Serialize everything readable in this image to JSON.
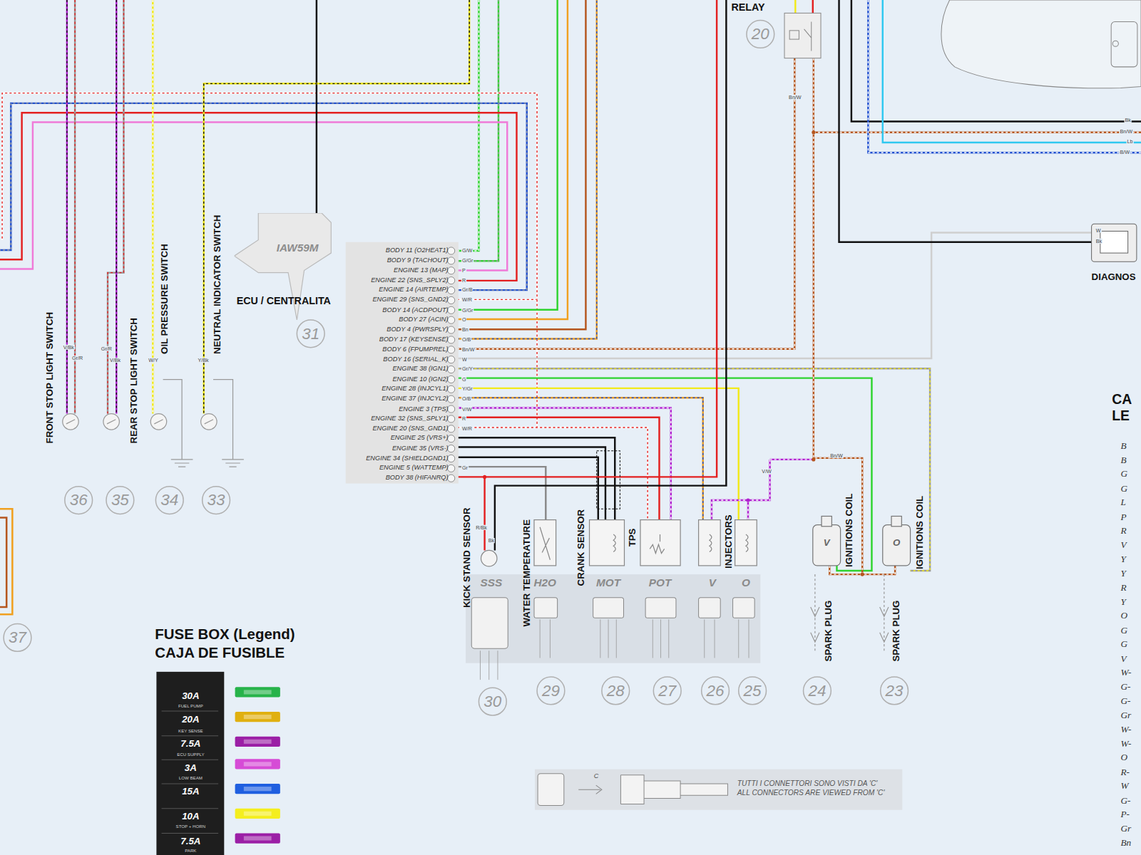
{
  "diagram": {
    "nodes": [
      {
        "text": [
          "IAW59M",
          "ECU / CENTRALITA"
        ]
      },
      {
        "text": [
          "BODY 11 (O2HEAT1)",
          "BODY 9 (TACHOUT)",
          "ENGINE 13 (MAP)",
          "ENGINE 22 (SNS_SPLY2)",
          "ENGINE 14 (AIRTEMP)",
          "ENGINE 29 (SNS_GND2)",
          "BODY 14 (ACDPOUT)",
          "BODY 27 (ACIN)",
          "BODY 4 (PWRSPLY)",
          "BODY 17 (KEYSENSE)",
          "BODY 6 (FPUMPREL)",
          "BODY 16 (SERIAL_K)",
          "ENGINE 38 (IGN1)",
          "ENGINE 10 (IGN2)",
          "ENGINE 28 (INJCYL1)",
          "ENGINE 37 (INJCYL2)",
          "ENGINE 3 (TPS)",
          "ENGINE 32 (SNS_SPLY1)",
          "ENGINE 20 (SNS_GND1)",
          "ENGINE 25 (VRS+)",
          "ENGINE 35 (VRS-)",
          "ENGINE 34 (SHIELDGND1)",
          "ENGINE 5 (WATTEMP)",
          "BODY 38 (HIFANRQ)"
        ]
      },
      {
        "text": [
          "TUTTI I CONNETTORI SONO VISTI DA 'C'",
          "ALL CONNECTORS ARE VIEWED FROM 'C'"
        ]
      }
    ],
    "labels": [
      "RELAY",
      "20",
      "FRONT STOP LIGHT SWITCH",
      "REAR STOP LIGHT SWITCH",
      "OIL PRESSURE SWITCH",
      "NEUTRAL INDICATOR SWITCH",
      "V/Bk",
      "Gr/R",
      "Gr/R",
      "V/Bk",
      "W/Y",
      "Y/Bk",
      "31",
      "36",
      "35",
      "34",
      "33",
      "37",
      "KICK STAND SENSOR",
      "WATER TEMPERATURE",
      "CRANK SENSOR",
      "TPS",
      "INJECTORS",
      "IGNITIONS COIL",
      "IGNITIONS COIL",
      "SPARK PLUG",
      "SPARK PLUG",
      "SSS",
      "H2O",
      "MOT",
      "POT",
      "V",
      "O",
      "V",
      "O",
      "30",
      "29",
      "28",
      "27",
      "26",
      "25",
      "24",
      "23",
      "FUSE BOX (Legend)",
      "CAJA DE FUSIBLE",
      "FUEL PUMP",
      "KEY SENSE",
      "ECU SUPPLY",
      "LOW BEAM",
      "STOP + HORN",
      "PARK",
      "C",
      "DIAGNOS",
      "CA",
      "LE",
      "B",
      "B",
      "G",
      "G",
      "L",
      "P",
      "R",
      "V",
      "Y",
      "Y",
      "R",
      "Y",
      "O",
      "G",
      "G",
      "V",
      "W-",
      "G-",
      "G-",
      "Gr",
      "W-",
      "W-",
      "O",
      "R-",
      "W",
      "G-",
      "P-",
      "Gr",
      "Bn",
      "G/W",
      "G/Gr",
      "P",
      "R",
      "Gr/B",
      "W/R",
      "G/Gr",
      "O",
      "Bn",
      "O/B",
      "Bn/W",
      "W",
      "Gr/Y",
      "G",
      "Y/Gr",
      "O/B",
      "V/W",
      "R",
      "W/R",
      "Gr",
      "Bn/W",
      "Bk",
      "Bn/W",
      "Lb",
      "B/W",
      "W",
      "Bk",
      "R/Bk",
      "Bk",
      "V/W",
      "Bn/W"
    ],
    "legend": [
      {
        "text": "30A",
        "color": "#27b34a"
      },
      {
        "text": "20A",
        "color": "#e0b010"
      },
      {
        "text": "7.5A",
        "color": "#9b1fa6"
      },
      {
        "text": "3A",
        "color": "#d64bd6"
      },
      {
        "text": "15A",
        "color": "#1f5fe0"
      },
      {
        "text": "10A",
        "color": "#f4ee1f"
      },
      {
        "text": "7.5A",
        "color": "#9b1fa6"
      }
    ]
  }
}
